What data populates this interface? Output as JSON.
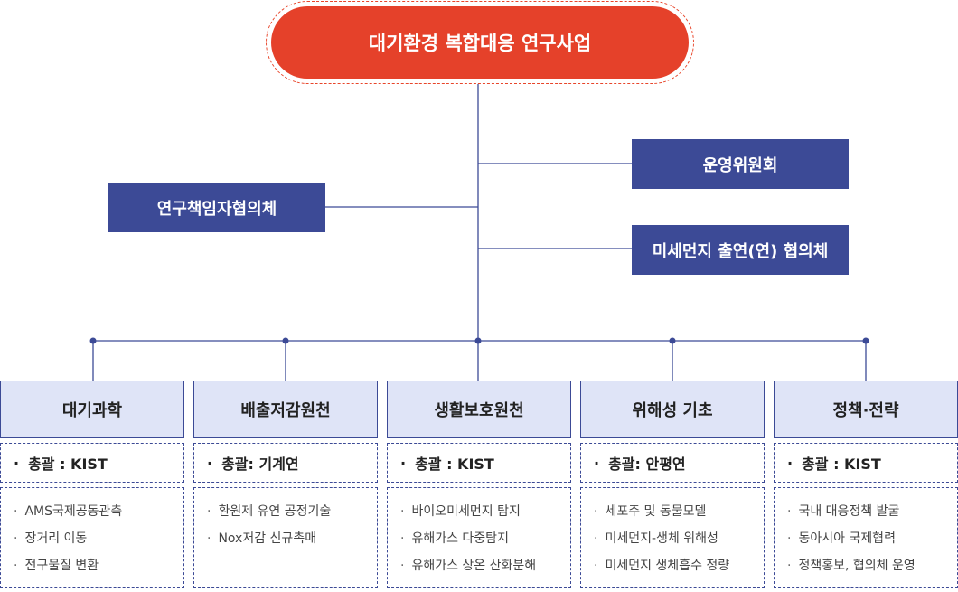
{
  "title": "대기환경 복합대응 연구사업",
  "right_boxes": [
    "운영위원회",
    "미세먼지 출연(연) 협의체"
  ],
  "left_box": "연구책임자협의체",
  "colors": {
    "accent": "#e5412a",
    "navy": "#3c4a96",
    "light": "#dfe4f7"
  },
  "bullet": "·",
  "columns": [
    {
      "name": "대기과학",
      "lead": "총괄 : KIST",
      "items": [
        "AMS국제공동관측",
        "장거리 이동",
        "전구물질 변환"
      ]
    },
    {
      "name": "배출저감원천",
      "lead": "총괄: 기계연",
      "items": [
        "환원제 유연 공정기술",
        "Nox저감 신규촉매"
      ]
    },
    {
      "name": "생활보호원천",
      "lead": "총괄 : KIST",
      "items": [
        "바이오미세먼지 탐지",
        "유해가스 다중탐지",
        "유해가스 상온 산화분해"
      ]
    },
    {
      "name": "위해성 기초",
      "lead": "총괄: 안평연",
      "items": [
        "세포주 및 동물모델",
        "미세먼지-생체 위해성",
        "미세먼지 생체흡수 정량"
      ]
    },
    {
      "name": "정책·전략",
      "lead": "총괄 : KIST",
      "items": [
        "국내 대응정책 발굴",
        "동아시아 국제협력",
        "정책홍보, 협의체 운영"
      ]
    }
  ]
}
